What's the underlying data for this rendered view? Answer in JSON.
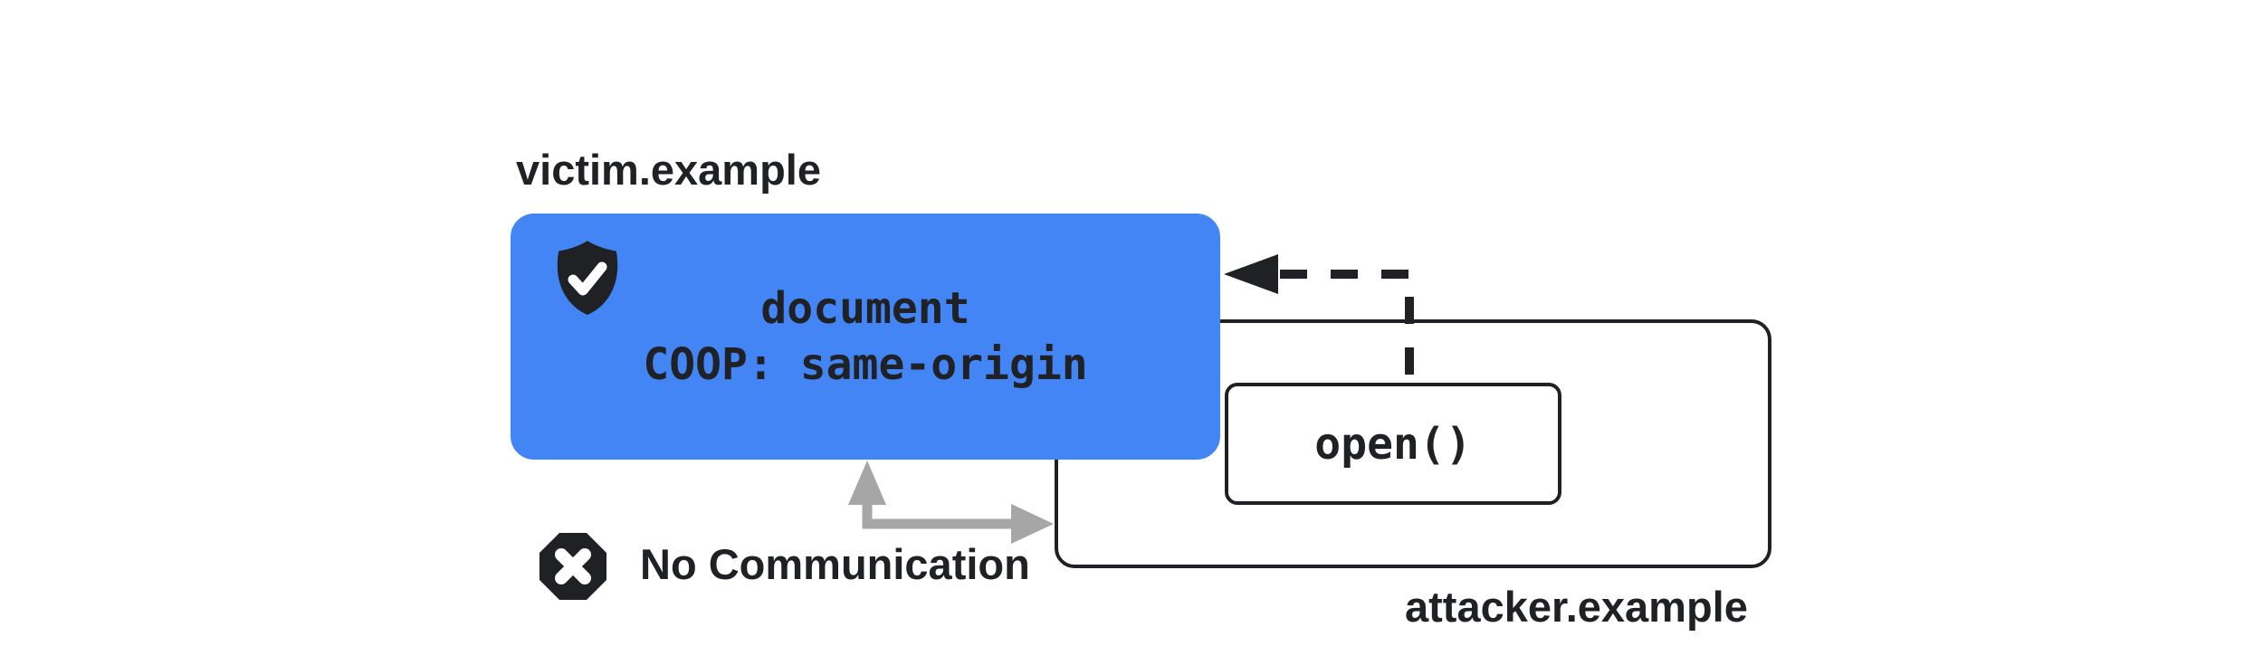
{
  "diagram": {
    "victim": {
      "label": "victim.example",
      "window": {
        "line1": "document",
        "line2": "COOP: same-origin"
      },
      "icon": "shield-check-icon"
    },
    "attacker": {
      "label": "attacker.example",
      "open_call": "open()"
    },
    "blocked_channel": {
      "icon": "blocked-x-icon",
      "label": "No Communication"
    }
  },
  "colors": {
    "blue": "#4385F4",
    "ink": "#1F2125",
    "gray": "#A6A6A6",
    "background": "#FFFFFF"
  }
}
